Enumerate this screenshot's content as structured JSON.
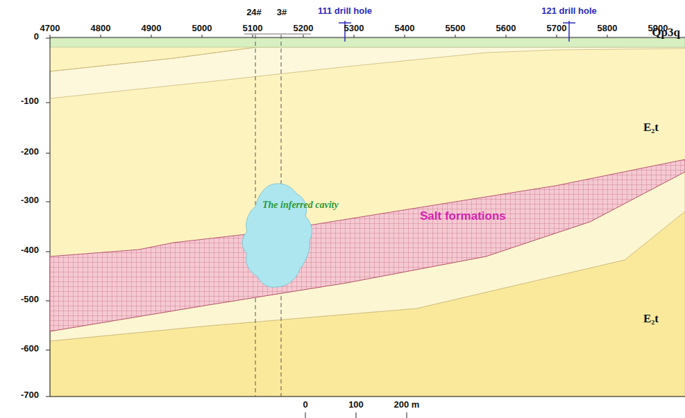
{
  "diagram": {
    "nodes": [
      {
        "text": [
          "Salt formations"
        ]
      },
      {
        "text": [
          "The inferred cavity"
        ]
      }
    ],
    "labels": [
      "24#",
      "3#",
      "111 drill hole",
      "121 drill hole",
      "4700",
      "4800",
      "4900",
      "5000",
      "5100",
      "5200",
      "5300",
      "5400",
      "5500",
      "5600",
      "5700",
      "5800",
      "5900",
      "Qp3q",
      "E₂t",
      "E₂t",
      "0",
      "-100",
      "-200",
      "-300",
      "-400",
      "-500",
      "-600",
      "-700",
      "0",
      "100",
      "200 m"
    ]
  }
}
